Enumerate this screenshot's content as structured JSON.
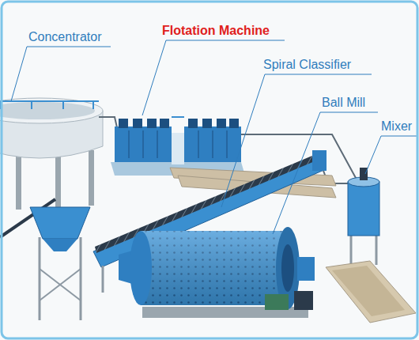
{
  "diagram": {
    "labels": [
      "Concentrator",
      "Flotation Machine",
      "Spiral Classifier",
      "Ball Mill",
      "Mixer"
    ]
  }
}
